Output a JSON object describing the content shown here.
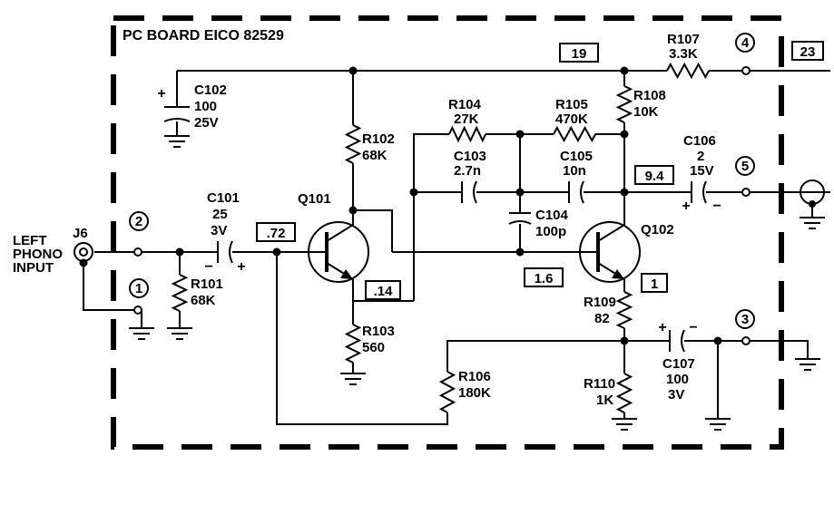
{
  "board_title": "PC BOARD EICO 82529",
  "input": {
    "line1": "LEFT",
    "line2": "PHONO",
    "line3": "INPUT",
    "jack": "J6"
  },
  "terminals": {
    "t1": "1",
    "t2": "2",
    "t3": "3",
    "t4": "4",
    "t5": "5"
  },
  "boxes": {
    "b19": "19",
    "b23": "23",
    "b94": "9.4",
    "b72": ".72",
    "b14": ".14",
    "b16": "1.6",
    "b1": "1"
  },
  "components": {
    "c101": {
      "ref": "C101",
      "v1": "25",
      "v2": "3V"
    },
    "c102": {
      "ref": "C102",
      "v1": "100",
      "v2": "25V"
    },
    "c103": {
      "ref": "C103",
      "v1": "2.7n"
    },
    "c104": {
      "ref": "C104",
      "v1": "100p"
    },
    "c105": {
      "ref": "C105",
      "v1": "10n"
    },
    "c106": {
      "ref": "C106",
      "v1": "2",
      "v2": "15V"
    },
    "c107": {
      "ref": "C107",
      "v1": "100",
      "v2": "3V"
    },
    "r101": {
      "ref": "R101",
      "v1": "68K"
    },
    "r102": {
      "ref": "R102",
      "v1": "68K"
    },
    "r103": {
      "ref": "R103",
      "v1": "560"
    },
    "r104": {
      "ref": "R104",
      "v1": "27K"
    },
    "r105": {
      "ref": "R105",
      "v1": "470K"
    },
    "r106": {
      "ref": "R106",
      "v1": "180K"
    },
    "r107": {
      "ref": "R107",
      "v1": "3.3K"
    },
    "r108": {
      "ref": "R108",
      "v1": "10K"
    },
    "r109": {
      "ref": "R109",
      "v1": "82"
    },
    "r110": {
      "ref": "R110",
      "v1": "1K"
    },
    "q101": {
      "ref": "Q101"
    },
    "q102": {
      "ref": "Q102"
    }
  },
  "polarity": {
    "plus": "+",
    "minus": "−"
  }
}
